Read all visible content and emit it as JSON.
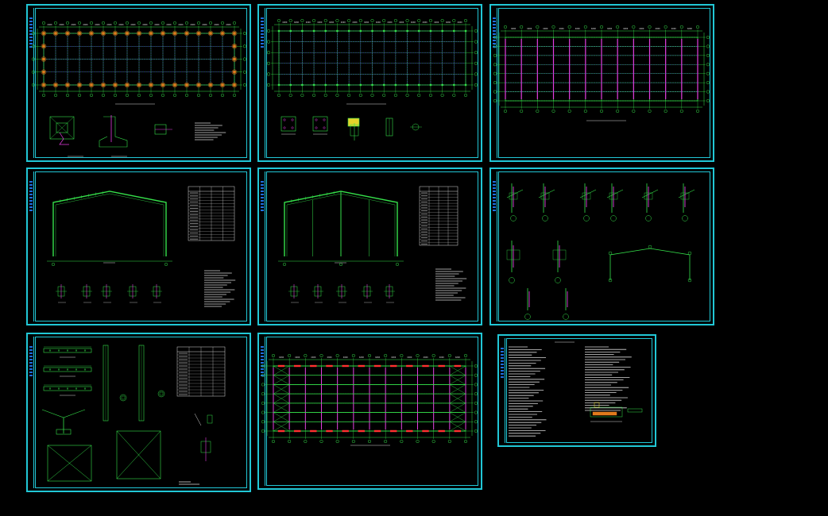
{
  "colors": {
    "background": "#000000",
    "frame": "#21c7d6",
    "line": "#35e04a",
    "axis": "#ffffff",
    "grid": "#4b4bd6",
    "accent": "#e43ce0",
    "column": "#e07a1c",
    "text": "#d8d8d8"
  },
  "sheets": [
    {
      "id": "foundation-plan"
    },
    {
      "id": "anchor-bolt-plan"
    },
    {
      "id": "roof-purlin-layout"
    },
    {
      "id": "portal-frame-1"
    },
    {
      "id": "portal-frame-2"
    },
    {
      "id": "connection-details"
    },
    {
      "id": "member-details"
    },
    {
      "id": "roof-bracing-plan"
    },
    {
      "id": "design-notes"
    }
  ]
}
